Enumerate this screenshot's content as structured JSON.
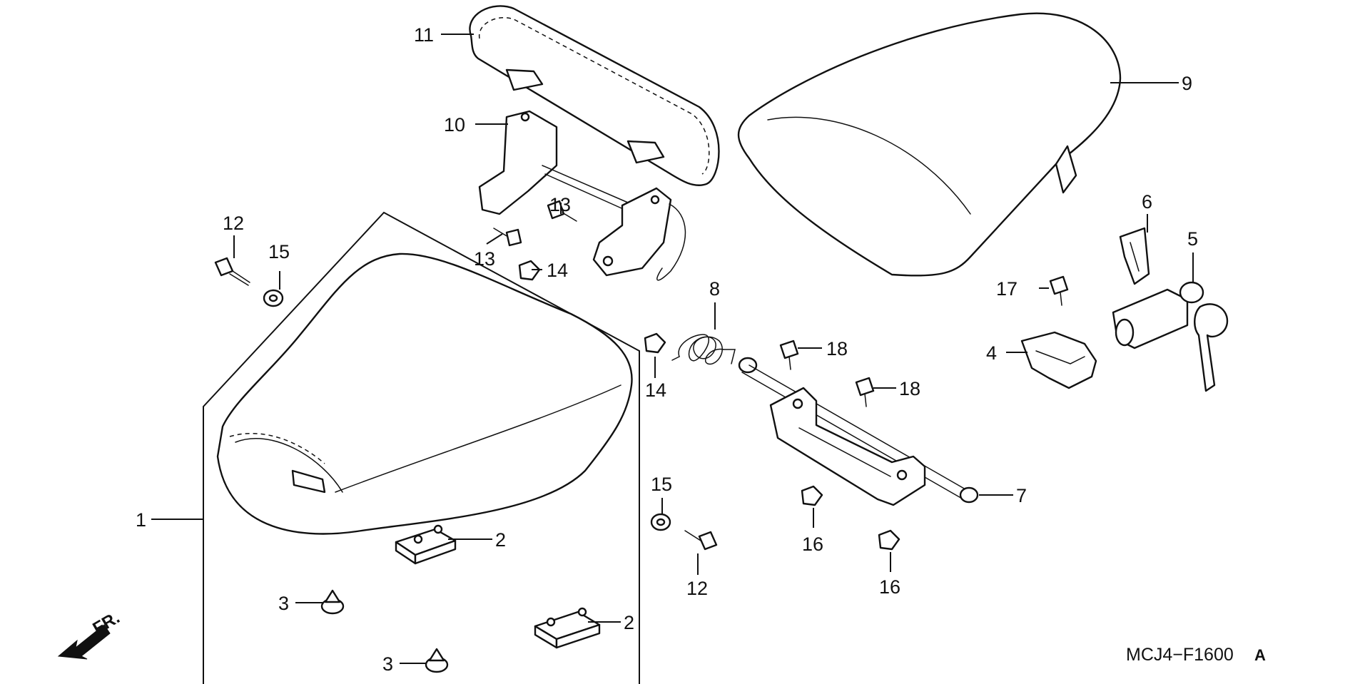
{
  "diagram": {
    "part_labels": {
      "p1": "1",
      "p2a": "2",
      "p2b": "2",
      "p3a": "3",
      "p3b": "3",
      "p4": "4",
      "p5": "5",
      "p6": "6",
      "p7": "7",
      "p8": "8",
      "p9": "9",
      "p10": "10",
      "p11": "11",
      "p12a": "12",
      "p12b": "12",
      "p13a": "13",
      "p13b": "13",
      "p14a": "14",
      "p14b": "14",
      "p15a": "15",
      "p15b": "15",
      "p16a": "16",
      "p16b": "16",
      "p17": "17",
      "p18a": "18",
      "p18b": "18"
    },
    "drawing_code": "MCJ4−F1600",
    "drawing_code_suffix": "A",
    "direction_label": "FR."
  }
}
